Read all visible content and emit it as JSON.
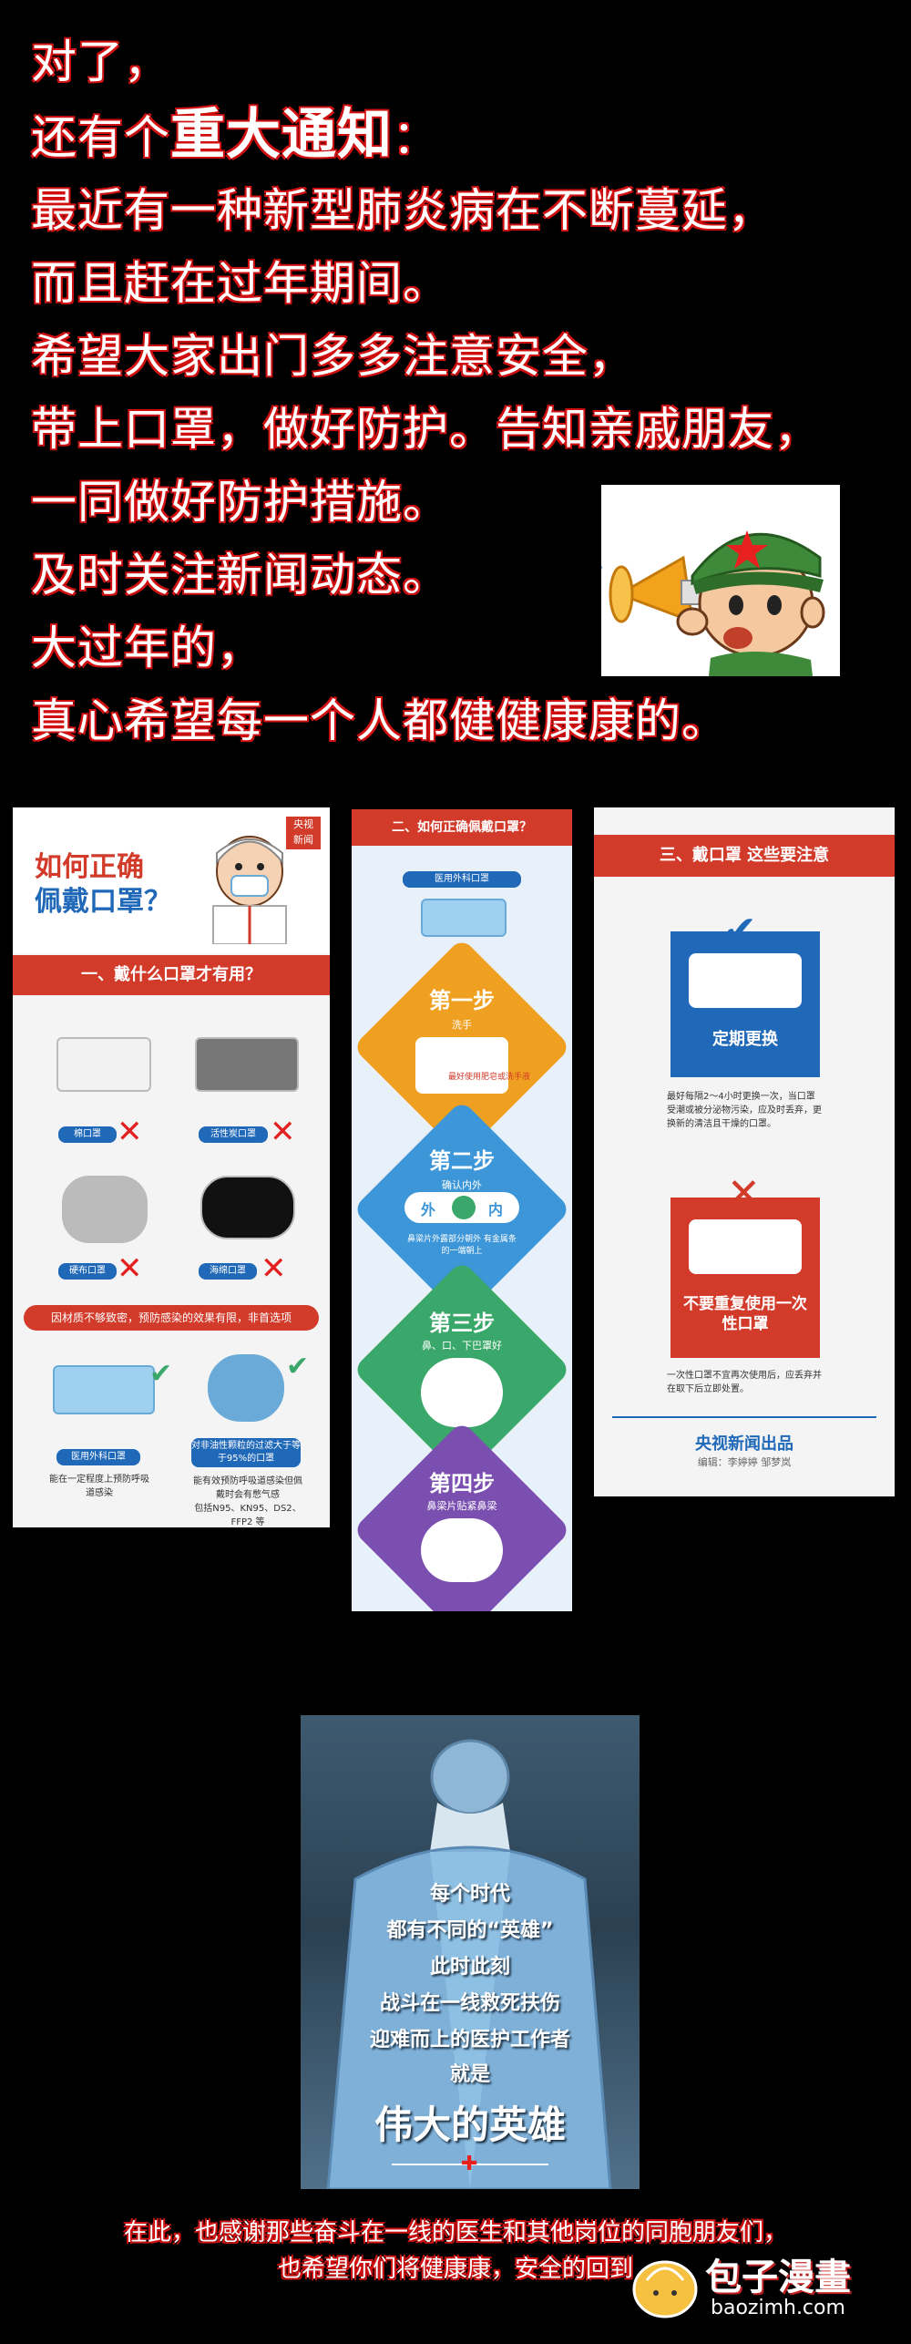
{
  "notice": {
    "lines": [
      "对了，",
      "还有个",
      "重大通知",
      "：",
      "最近有一种新型肺炎病在不断蔓延，",
      "而且赶在过年期间。",
      "希望大家出门多多注意安全，",
      "带上口罩，做好防护。告知亲戚朋友，",
      "一同做好防护措施。",
      "及时关注新闻动态。",
      "大过年的，",
      "真心希望每一个人都健健康康的。"
    ]
  },
  "panel1": {
    "title": "如何正确佩戴口罩？",
    "title_a": "如何正确",
    "title_b": "佩戴口罩？",
    "badge_a": "央视",
    "badge_b": "新闻",
    "section": "一、戴什么口罩才有用？",
    "masks": [
      "棉口罩",
      "活性炭口罩",
      "硬布口罩",
      "海绵口罩"
    ],
    "warning": "因材质不够致密，预防感染的效果有限，非首选项",
    "good": [
      "医用外科口罩",
      "对非油性颗粒的过滤大于等于95%的口罩"
    ],
    "good_desc_1": "能在一定程度上预防呼吸道感染",
    "good_desc_2": "能有效预防呼吸道感染但佩戴时会有憋气感",
    "good_desc_3": "包括N95、KN95、DS2、FFP2 等"
  },
  "panel2": {
    "title": "二、如何正确佩戴口罩？",
    "pill": "医用外科口罩",
    "steps": [
      {
        "name": "第一步",
        "desc": "洗手",
        "sub": "最好使用肥皂或洗手液"
      },
      {
        "name": "第二步",
        "desc": "确认内外",
        "sub": "鼻梁片外露部分朝外 有金属条的一端朝上"
      },
      {
        "name": "第三步",
        "desc": "鼻、口、下巴罩好",
        "sub": ""
      },
      {
        "name": "第四步",
        "desc": "鼻梁片贴紧鼻梁",
        "sub": ""
      }
    ],
    "out": "外",
    "in": "内"
  },
  "panel3": {
    "title": "三、戴口罩 这些要注意",
    "card1": "定期更换",
    "text1": "最好每隔2～4小时更换一次，当口罩受潮或被分泌物污染，应及时丢弃，更换新的清洁且干燥的口罩。",
    "card2": "不要重复使用一次性口罩",
    "text2": "一次性口罩不宜再次使用后，应丢弃并在取下后立即处置。",
    "source": "央视新闻出品",
    "credit": "编辑：李婷婷 邹梦岚"
  },
  "hero": {
    "lines": [
      "每个时代",
      "都有不同的“英雄”",
      "此时此刻",
      "战斗在一线救死扶伤",
      "迎难而上的医护工作者",
      "就是"
    ],
    "big": "伟大的英雄"
  },
  "footer": {
    "line1": "在此，也感谢那些奋斗在一线的医生和其他岗位的同胞朋友们，",
    "line2": "也希望你们将健康康，安全的回到"
  },
  "watermark": {
    "name": "包子漫畫",
    "url": "baozimh.com"
  },
  "colors": {
    "red": "#d23a2a",
    "blue": "#2068b8",
    "orange": "#f0a020",
    "sky": "#3c96d8",
    "green": "#3aa86a",
    "purple": "#7a4fb0"
  }
}
